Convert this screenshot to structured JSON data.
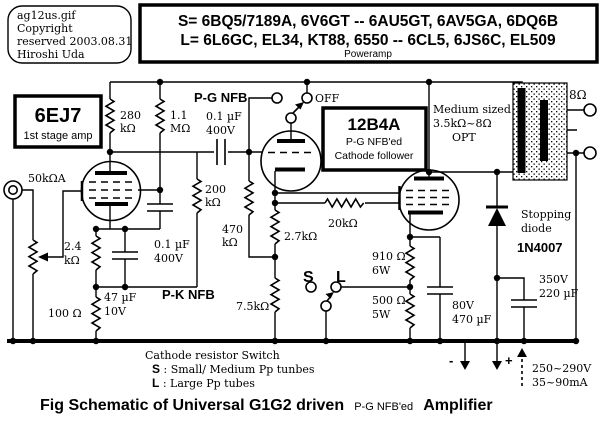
{
  "accent_color": "#000000",
  "background_color": "#ffffff",
  "credit": {
    "line1": "ag12us.gif",
    "line2": "Copyright",
    "line3": "reserved 2003.08.31",
    "line4": "Hiroshi Uda"
  },
  "tube_list": {
    "line_s": "S= 6BQ5/7189A, 6V6GT -- 6AU5GT, 6AV5GA, 6DQ6B",
    "line_l": "L= 6L6GC, EL34, KT88, 6550 -- 6CL5, 6JS6C, EL509",
    "subtitle": "Poweramp"
  },
  "boxes": {
    "stage1_title": "6EJ7",
    "stage1_sub": "1st stage amp",
    "driver_title": "12B4A",
    "driver_sub1": "P-G NFB'ed",
    "driver_sub2": "Cathode follower"
  },
  "switches": {
    "pg_nfb": "P-G NFB",
    "off": "OFF",
    "pk_nfb": "P-K NFB",
    "s": "S",
    "l": "L"
  },
  "components": {
    "pot": "50kΩA",
    "r280_v": "280",
    "r280_u": "kΩ",
    "r1m1_v": "1.1",
    "r1m1_u": "MΩ",
    "c_couple_v": "0.1 µF",
    "c_couple_r": "400V",
    "r200_v": "200",
    "r200_u": "kΩ",
    "r470k_v": "470",
    "r470k_u": "kΩ",
    "r2k7": "2.7kΩ",
    "r7k5": "7.5kΩ",
    "r20k": "20kΩ",
    "r2k4_v": "2.4",
    "r2k4_u": "kΩ",
    "c_screen_v": "0.1 µF",
    "c_screen_r": "400V",
    "c47_v": "47 µF",
    "c47_r": "10V",
    "r100": "100 Ω",
    "r910_v": "910 Ω",
    "r910_w": "6W",
    "r500_v": "500 Ω",
    "r500_w": "5W",
    "c470_v": "80V",
    "c470_u": "470 µF",
    "c220_v": "350V",
    "c220_u": "220 µF"
  },
  "output": {
    "impedance": "8Ω",
    "opt_line1": "Medium sized",
    "opt_line2": "3.5kΩ~8Ω",
    "opt_line3": "OPT"
  },
  "power": {
    "diode_line1": "Stopping",
    "diode_line2": "diode",
    "diode_part": "1N4007",
    "minus": "-",
    "plus": "+",
    "volts": "250~290V",
    "current": "35~90mA"
  },
  "notes": {
    "switch_title": "Cathode resistor Switch",
    "s_bold": "S",
    "s_rest": " : Small/ Medium Pp tunbes",
    "l_bold": "L",
    "l_rest": " : Large Pp tubes"
  },
  "caption": {
    "part1": "Fig  Schematic of  Universal G1G2 driven",
    "part2": "P-G NFB'ed",
    "part3": "Amplifier"
  }
}
